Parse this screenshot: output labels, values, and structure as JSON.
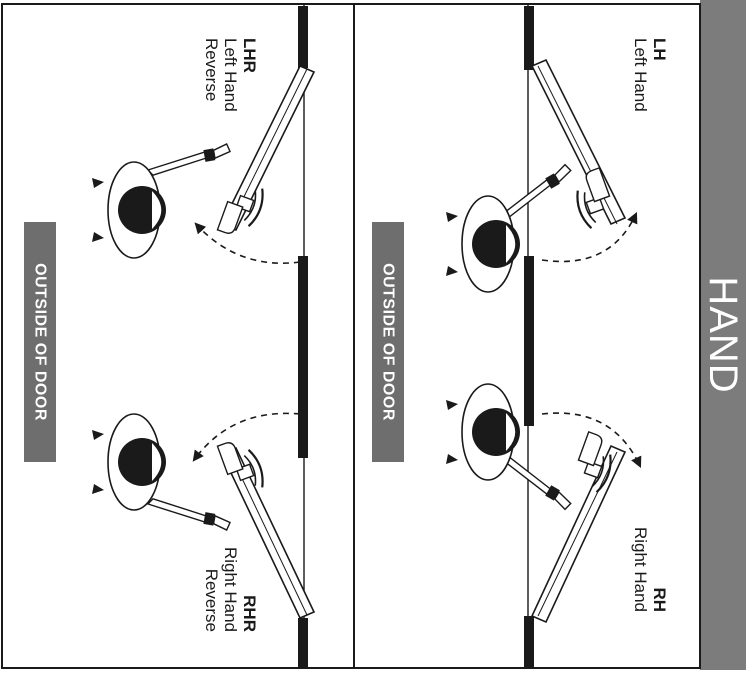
{
  "banner": {
    "label": "HAND"
  },
  "panels": {
    "top": {
      "outside_label": "OUTSIDE OF DOOR",
      "left": {
        "code": "LH",
        "name_lines": [
          "Left Hand"
        ]
      },
      "right": {
        "code": "RH",
        "name_lines": [
          "Right Hand"
        ]
      }
    },
    "bottom": {
      "outside_label": "OUTSIDE OF DOOR",
      "left": {
        "code": "LHR",
        "name_lines": [
          "Left Hand",
          "Reverse"
        ]
      },
      "right": {
        "code": "RHR",
        "name_lines": [
          "Right Hand",
          "Reverse"
        ]
      }
    }
  },
  "colors": {
    "banner": "#7c7c7c",
    "banner_text": "#ffffff",
    "label_box": "#6e6e6e",
    "label_text": "#ffffff",
    "wall": "#1a1a1a",
    "ink": "#1a1a1a"
  }
}
